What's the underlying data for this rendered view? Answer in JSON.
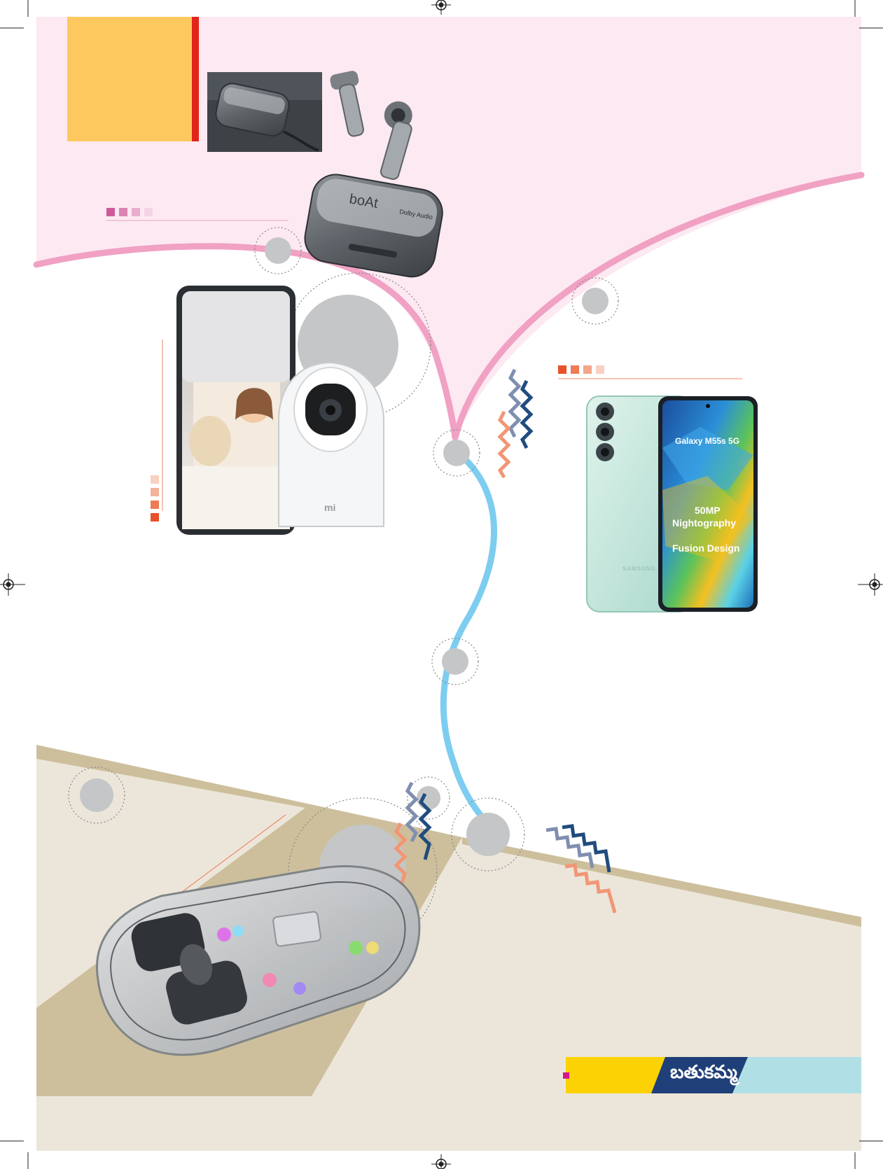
{
  "colors": {
    "pink_bg": "#fde9f1",
    "pink_curve": "#f0a1c4",
    "blue_curve": "#7dcdf0",
    "beige_bg": "#ece6da",
    "tan": "#cdbf9c",
    "yellow_box": "#fdc95e",
    "red_bar": "#e1251b",
    "gray_circle": "#c5c6c8",
    "banner_yellow": "#fcd205",
    "banner_navy": "#1f3f78",
    "banner_light_blue": "#b0e0e6",
    "magenta_marker": "#d6168c",
    "squiggle_navy": "#214c7e",
    "squiggle_slate": "#7f8fb0",
    "squiggle_orange": "#f29675"
  },
  "phone_screen": {
    "model": "Galaxy M55s 5G",
    "feature_1": "50MP",
    "feature_2": "Nightography",
    "feature_3": "Fusion Design",
    "brand": "SAMSUNG"
  },
  "earbuds": {
    "brand_mark": "boAt",
    "audio_badge": "Dolby Audio"
  },
  "camera": {
    "brand_mark": "mi"
  },
  "banner": {
    "text": "బతుకమ్మ"
  },
  "icons": {
    "registration_mark": "registration-mark-icon"
  }
}
